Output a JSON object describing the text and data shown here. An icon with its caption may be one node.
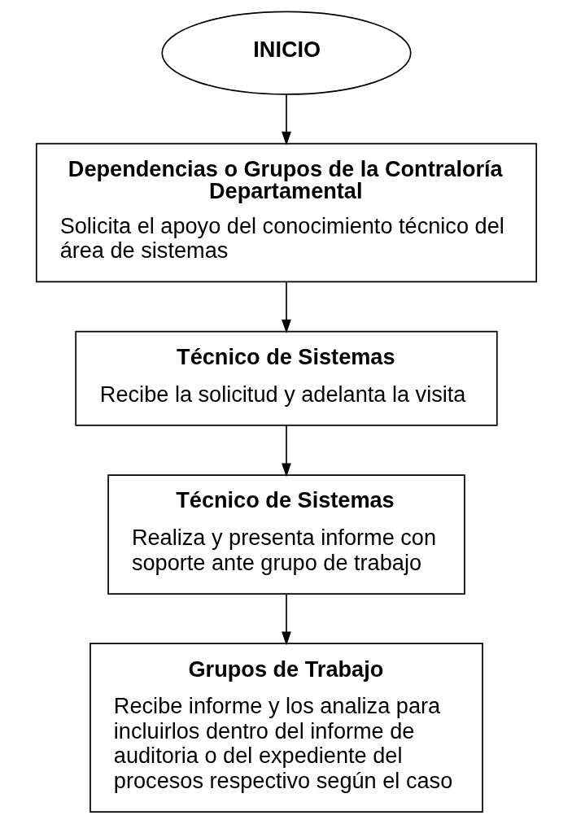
{
  "diagram": {
    "nodes": [
      {
        "text": [
          "INICIO"
        ]
      },
      {
        "text": [
          "Dependencias o Grupos de la Contraloría Departamental",
          "Solicita el apoyo del conocimiento técnico del área de sistemas"
        ]
      },
      {
        "text": [
          "Técnico de Sistemas",
          "Recibe la solicitud y adelanta la visita"
        ]
      },
      {
        "text": [
          "Técnico de Sistemas",
          "Realiza y presenta informe con soporte ante grupo de trabajo"
        ]
      },
      {
        "text": [
          "Grupos de Trabajo",
          "Recibe informe y los analiza para incluirlos dentro del informe de auditoria o del expediente del procesos respectivo según el caso"
        ]
      }
    ],
    "edges": [
      {
        "from": 0,
        "to": 1,
        "arrow": "to"
      },
      {
        "from": 1,
        "to": 2,
        "arrow": "to"
      },
      {
        "from": 2,
        "to": 3,
        "arrow": "to"
      },
      {
        "from": 3,
        "to": 4,
        "arrow": "to"
      }
    ]
  }
}
